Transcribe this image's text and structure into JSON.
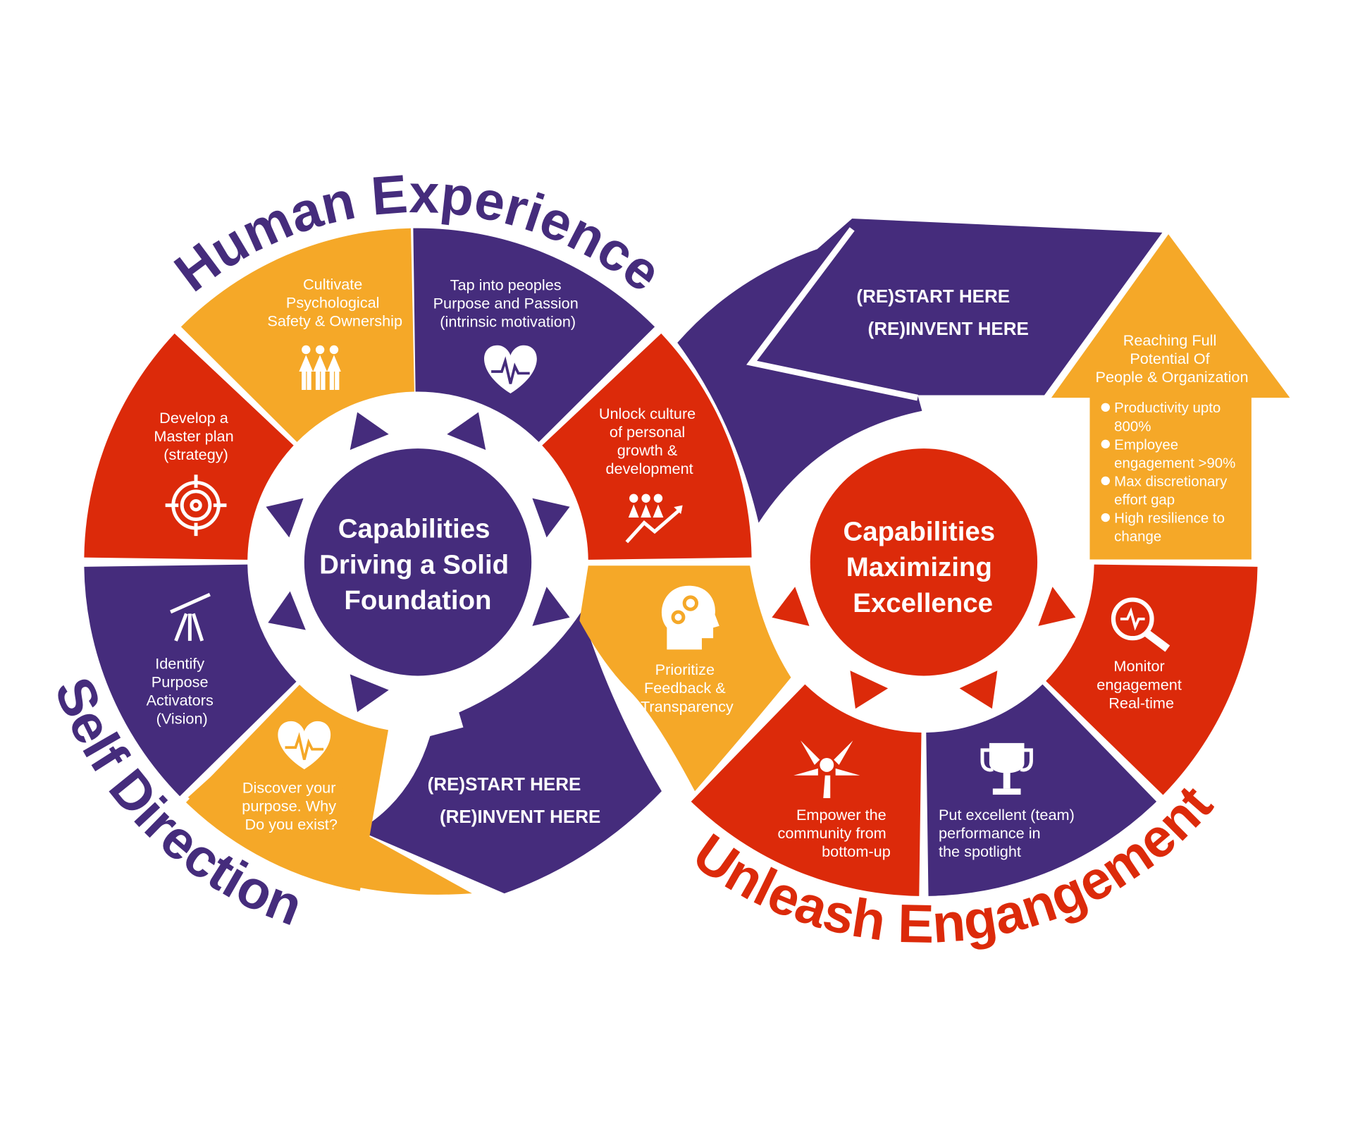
{
  "colors": {
    "purple": "#452c7c",
    "red": "#dc2a0a",
    "orange": "#f5a828",
    "white": "#ffffff"
  },
  "titles": {
    "human_experience": "Human Experience",
    "self_direction": "Self Direction",
    "unleash_engagement": "Unleash Engangement"
  },
  "left_center": {
    "lines": [
      "Capabilities",
      "Driving a Solid",
      "Foundation"
    ]
  },
  "right_center": {
    "lines": [
      "Capabilities",
      "Maximizing",
      "Excellence"
    ]
  },
  "segments": {
    "cultivate": {
      "lines": [
        "Cultivate",
        "Psychological",
        "Safety & Ownership"
      ],
      "icon": "people-icon"
    },
    "tap_into": {
      "lines": [
        "Tap into peoples",
        "Purpose and Passion",
        "(intrinsic motivation)"
      ],
      "icon": "heartbeat-icon"
    },
    "develop": {
      "lines": [
        "Develop a",
        "Master plan",
        "(strategy)"
      ],
      "icon": "target-icon"
    },
    "unlock": {
      "lines": [
        "Unlock culture",
        "of personal",
        "growth &",
        "development"
      ],
      "icon": "team-growth-icon"
    },
    "identify": {
      "lines": [
        "Identify",
        "Purpose",
        "Activators",
        "(Vision)"
      ],
      "icon": "telescope-icon"
    },
    "discover": {
      "lines": [
        "Discover your",
        "purpose. Why",
        "Do you exist?"
      ],
      "icon": "heartbeat-icon"
    },
    "prioritize": {
      "lines": [
        "Prioritize",
        "Feedback &",
        "Transparency"
      ],
      "icon": "head-gears-icon"
    },
    "monitor": {
      "lines": [
        "Monitor",
        "engagement",
        "Real-time"
      ],
      "icon": "magnifier-pulse-icon"
    },
    "empower": {
      "lines": [
        "Empower the",
        "community from",
        "bottom-up"
      ],
      "icon": "hands-icon"
    },
    "spotlight": {
      "lines": [
        "Put excellent (team)",
        "performance in",
        "the spotlight"
      ],
      "icon": "trophy-icon"
    }
  },
  "restart_top": {
    "line1": "(RE)START HERE",
    "line2": "(RE)INVENT HERE"
  },
  "restart_bottom": {
    "line1": "(RE)START HERE",
    "line2": "(RE)INVENT HERE"
  },
  "goal_arrow": {
    "title": [
      "Reaching Full",
      "Potential Of",
      "People & Organization"
    ],
    "bullets": [
      [
        "Productivity upto",
        "800%"
      ],
      [
        "Employee",
        "engagement >90%"
      ],
      [
        "Max discretionary",
        "effort gap"
      ],
      [
        "High resilience to",
        "change"
      ]
    ]
  }
}
